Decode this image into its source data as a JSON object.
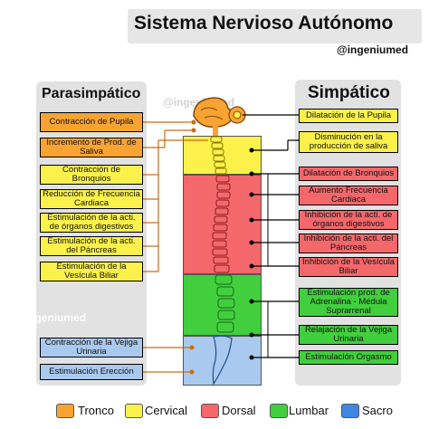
{
  "header": {
    "title": "Sistema Nervioso Autónomo",
    "handle": "@ingeniumed"
  },
  "watermarks": {
    "top": "@ingeniumed",
    "left": "@ingeniumed"
  },
  "parasympathetic": {
    "title": "Parasimpático",
    "items": [
      "Contracción de Pupila",
      "Incremento de Prod. de Saliva",
      "Contracción de Bronquios",
      "Reducción de Frecuencia Cardiaca",
      "Estimulación de la acti. de órganos digestivos",
      "Estimulación de la acti. del Páncreas",
      "Estimulación de la Vesícula Biliar",
      "Contracción de la Vejiga Urinaria",
      "Estimulación Erección"
    ]
  },
  "sympathetic": {
    "title": "Simpático",
    "items": [
      "Dilatación de la Pupila",
      "Disminución en la producción de saliva",
      "Dilatación de Bronquios",
      "Aumento Frecuencia Cardiaca",
      "Inhibición de la acti. de órganos digestivos",
      "Inhibición de la acti. del Páncreas",
      "Inhibición de la Vesícula Biliar",
      "Estimulación prod. de Adrenalina - Médula Suprarrenal",
      "Relajación de la Vejiga Urinaria",
      "Estimulación Orgasmo"
    ]
  },
  "legend": [
    "Tronco",
    "Cervical",
    "Dorsal",
    "Lumbar",
    "Sacro"
  ],
  "colors": {
    "tronco": "#f8a332",
    "cervical": "#fbf14a",
    "dorsal": "#f4686c",
    "lumbar": "#41cf3e",
    "sacro": "#a9c9ee"
  }
}
